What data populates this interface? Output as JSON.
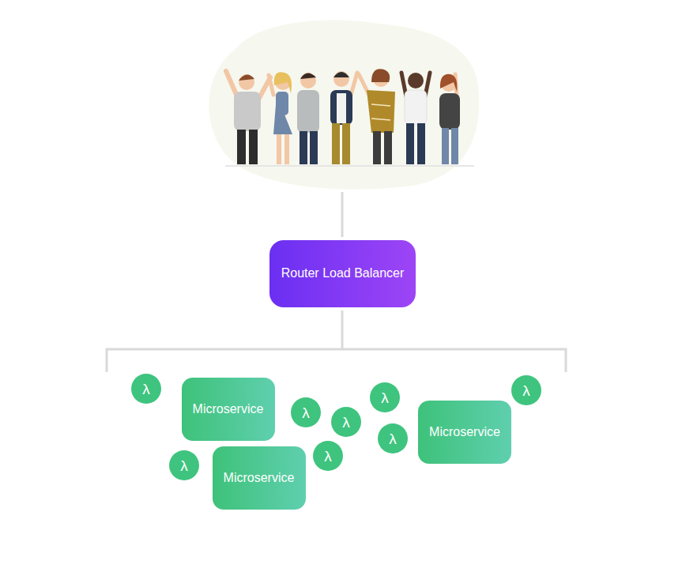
{
  "diagram": {
    "nodes": [
      {
        "text": [
          "Router Load Balancer"
        ]
      },
      {
        "text": [
          "λ"
        ]
      },
      {
        "text": [
          "Microservice"
        ]
      },
      {
        "text": [
          "λ"
        ]
      },
      {
        "text": [
          "Microservice"
        ]
      },
      {
        "text": [
          "λ"
        ]
      },
      {
        "text": [
          "λ"
        ]
      },
      {
        "text": [
          "λ"
        ]
      },
      {
        "text": [
          "λ"
        ]
      },
      {
        "text": [
          "λ"
        ]
      },
      {
        "text": [
          "Microservice"
        ]
      },
      {
        "text": [
          "λ"
        ]
      }
    ]
  }
}
